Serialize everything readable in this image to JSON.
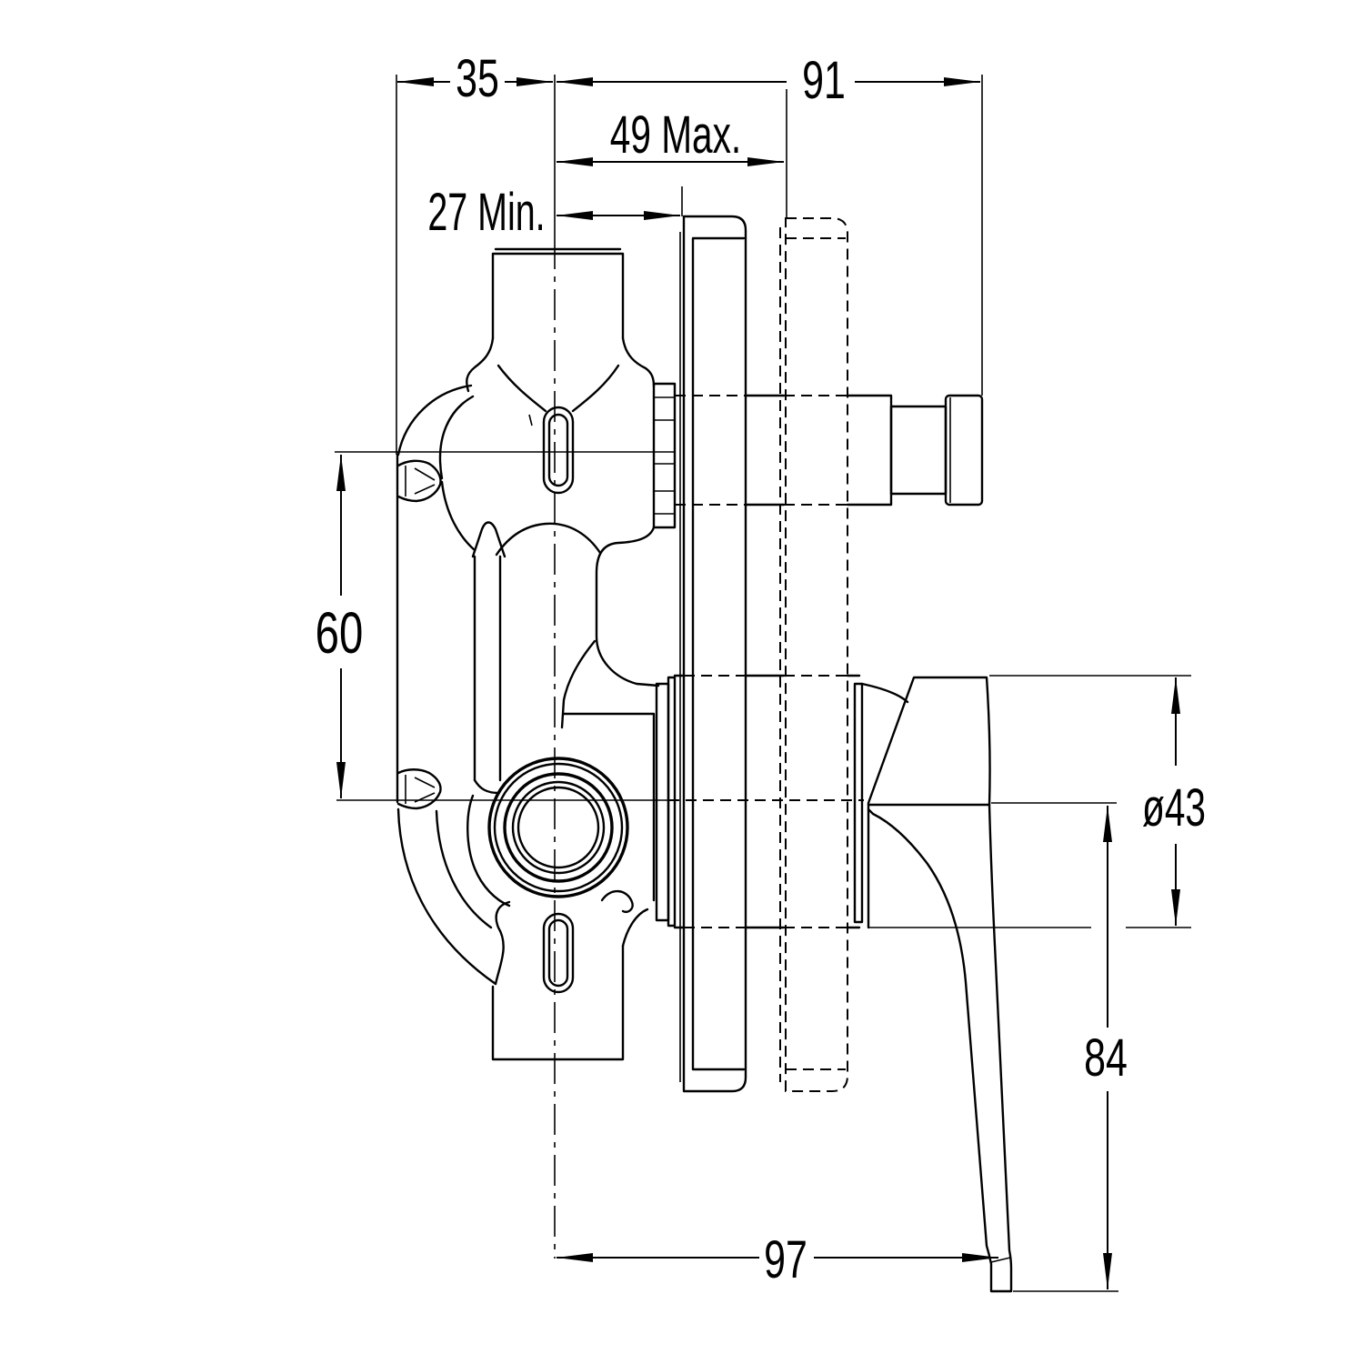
{
  "dimensions": {
    "body_depth": "35",
    "overall_projection": "91",
    "wall_depth_max": "49 Max.",
    "wall_depth_min": "27 Min.",
    "inlet_spacing": "60",
    "diameter": "ø43",
    "lever_drop": "84",
    "lever_reach": "97"
  },
  "colors": {
    "line": "#000000",
    "background": "#ffffff"
  }
}
